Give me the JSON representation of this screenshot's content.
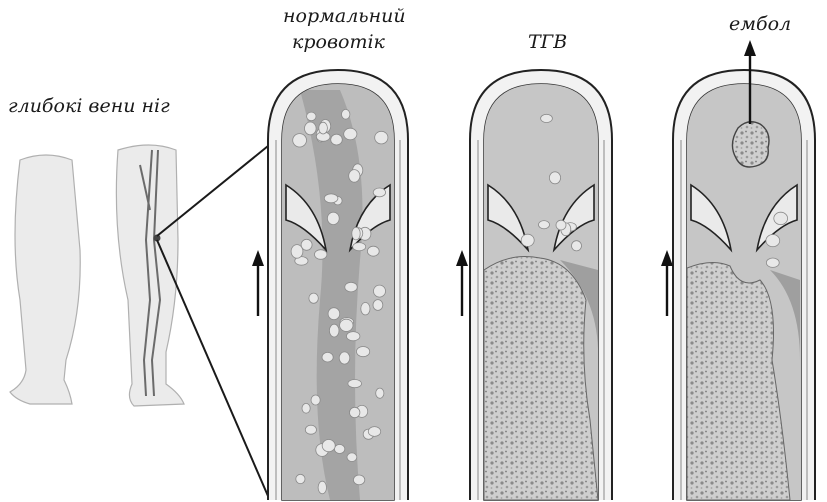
{
  "labels": {
    "legs": "глибокі вени ніг",
    "normal_line1": "нормальний",
    "normal_line2": "кровотік",
    "dvt": "ТГВ",
    "embolus": "ембол"
  },
  "colors": {
    "outline": "#222222",
    "wall": "#dcdcdc",
    "lumen": "#c9c9c9",
    "cell": "#e6e6e6",
    "clot": "#bdbdbd",
    "skin": "#e9e9e9",
    "vein": "#6f6f6f"
  }
}
